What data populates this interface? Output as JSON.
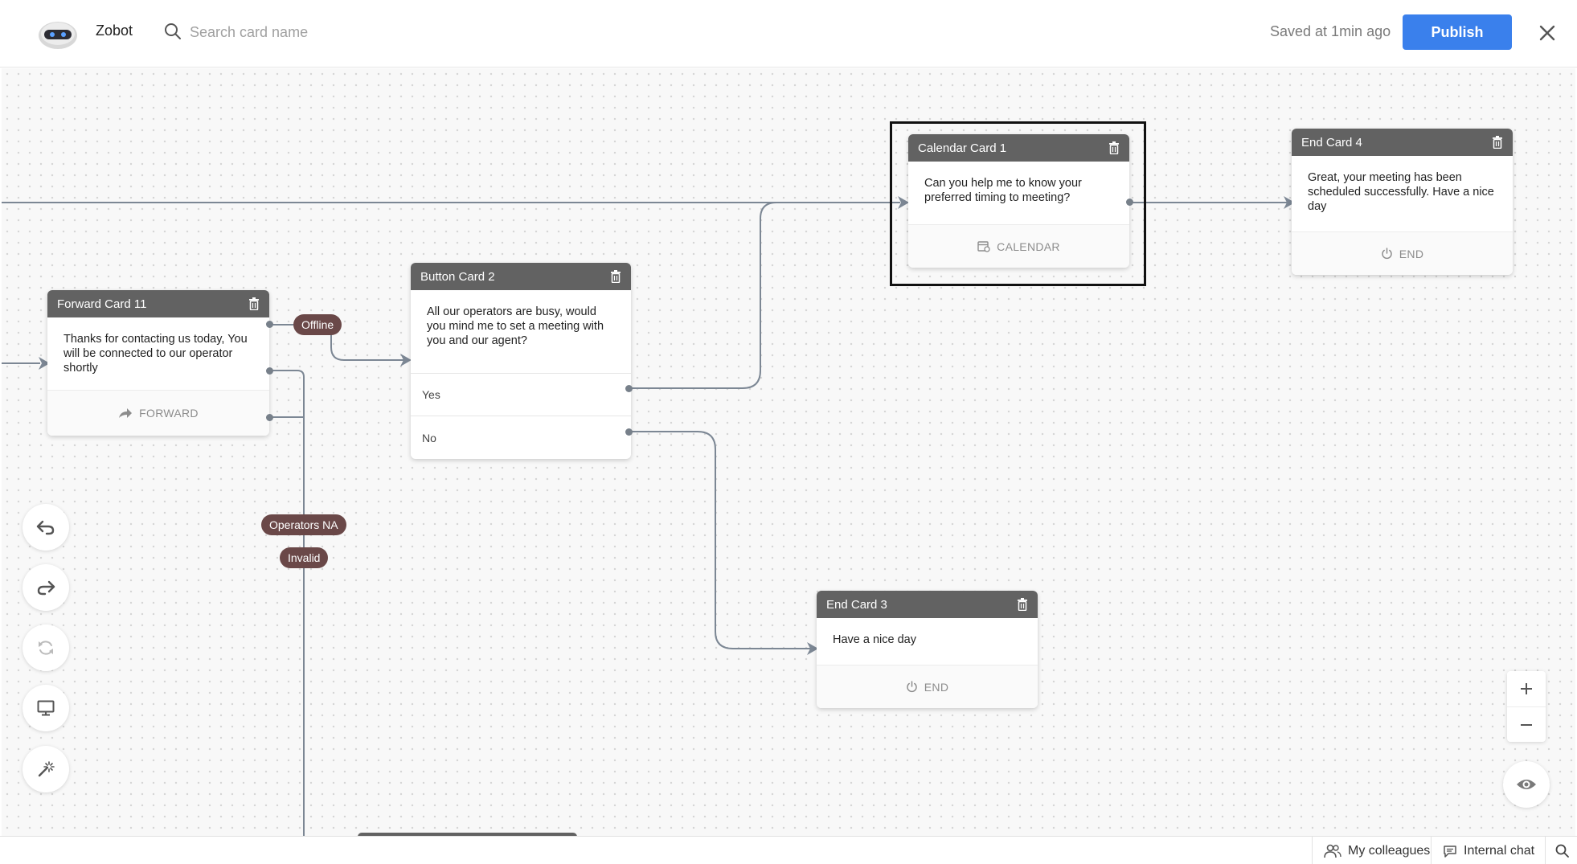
{
  "header": {
    "bot_name": "Zobot",
    "search_placeholder": "Search card name",
    "saved_status": "Saved at 1min ago",
    "publish_label": "Publish"
  },
  "cards": {
    "forward_card_11": {
      "title": "Forward Card 11",
      "message": "Thanks for contacting us today, You will be connected to our operator shortly",
      "footer": "FORWARD"
    },
    "button_card_2": {
      "title": "Button Card 2",
      "message": "All our operators are busy, would you mind me to set a meeting with you and our agent?",
      "options": [
        "Yes",
        "No"
      ]
    },
    "calendar_card_1": {
      "title": "Calendar Card 1",
      "message": "Can you help me to know your preferred timing to meeting?",
      "footer": "CALENDAR"
    },
    "end_card_4": {
      "title": "End Card 4",
      "message": "Great, your meeting has been scheduled successfully. Have a nice day",
      "footer": "END"
    },
    "end_card_3": {
      "title": "End Card 3",
      "message": "Have a nice day",
      "footer": "END"
    }
  },
  "tags": {
    "offline": "Offline",
    "operators_na": "Operators NA",
    "invalid": "Invalid"
  },
  "tools": [
    "undo-icon",
    "redo-icon",
    "refresh-icon",
    "monitor-icon",
    "magic-wand-icon"
  ],
  "statusbar": {
    "colleagues": "My colleagues",
    "internal_chat": "Internal chat"
  },
  "colors": {
    "accent": "#3a80ec",
    "card_header": "#626262",
    "tag": "#6a4848",
    "connector": "#7c8794"
  }
}
